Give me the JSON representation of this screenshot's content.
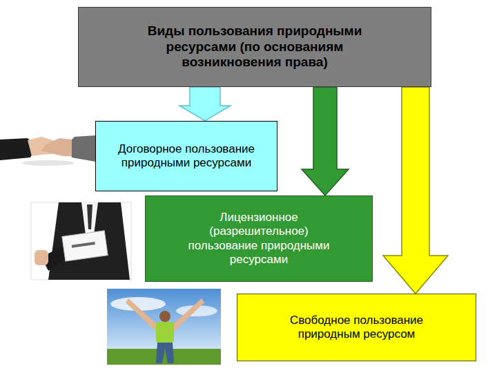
{
  "diagram": {
    "nodes": [
      {
        "text": [
          "Виды пользования природными ресурсами (по основаниям возникновения права)"
        ]
      },
      {
        "text": [
          "Договорное пользование природными ресурсами"
        ]
      },
      {
        "text": [
          "Лицензионное (разрешительное) пользование природными ресурсами"
        ]
      },
      {
        "text": [
          "Свободное пользование природным ресурсом"
        ]
      }
    ],
    "edges": [
      {
        "from": 0,
        "to": 1,
        "arrow": "to"
      },
      {
        "from": 0,
        "to": 2,
        "arrow": "to"
      },
      {
        "from": 0,
        "to": 3,
        "arrow": "to"
      }
    ]
  }
}
